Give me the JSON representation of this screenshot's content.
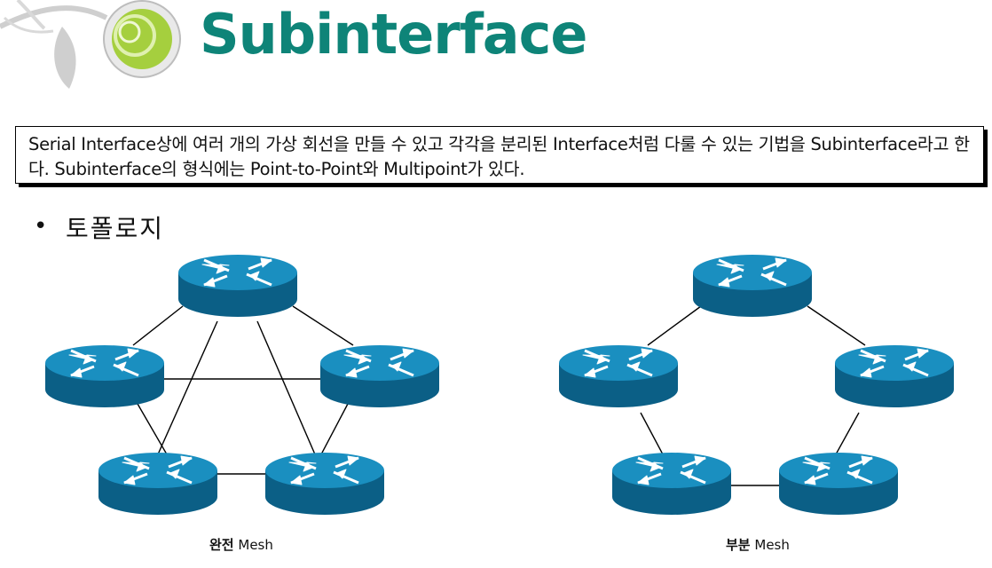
{
  "page": {
    "title": "Subinterface",
    "description": "Serial Interface상에 여러 개의 가상 회선을 만들 수 있고 각각을 분리된 Interface처럼 다룰 수 있는 기법을 Subinterface라고 한다. Subinterface의 형식에는 Point-to-Point와 Multipoint가 있다.",
    "bullet_symbol": "•",
    "bullet_label": "토폴로지"
  },
  "diagrams": {
    "full_mesh": {
      "caption_strong": "완전",
      "caption_rest": " Mesh"
    },
    "partial_mesh": {
      "caption_strong": "부분",
      "caption_rest": " Mesh"
    }
  },
  "colors": {
    "title": "#0e8478",
    "router_top": "#1a8fc0",
    "router_side": "#0b5f86",
    "link": "#000000",
    "logo_green": "#9ccc3c"
  },
  "icons": [
    "router-icon",
    "logo-ring-icon",
    "leaf-decoration-icon"
  ]
}
